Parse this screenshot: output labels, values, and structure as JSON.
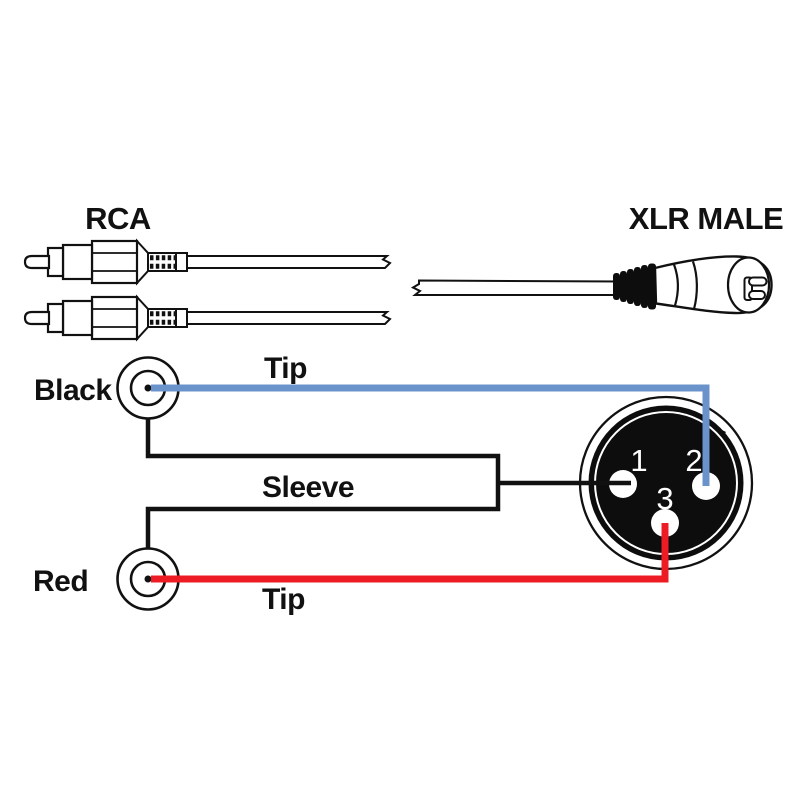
{
  "connectors": {
    "rca_label": "RCA",
    "xlr_label": "XLR MALE"
  },
  "wiring": {
    "black_jack_label": "Black",
    "red_jack_label": "Red",
    "tip_wire_top_label": "Tip",
    "sleeve_wire_label": "Sleeve",
    "tip_wire_bottom_label": "Tip",
    "xlr_pin_numbers": [
      "1",
      "2",
      "3"
    ]
  },
  "colors": {
    "tip_top_wire": "#6b93cb",
    "tip_bottom_wire": "#ed1c24",
    "sleeve_wire": "#111111",
    "diagram_ink": "#111111"
  },
  "icons": {
    "rca_plug_top": "rca-plug-icon",
    "rca_plug_bottom": "rca-plug-icon",
    "xlr_connector": "xlr-male-plug-icon",
    "black_jack": "rca-jack-symbol-icon",
    "red_jack": "rca-jack-symbol-icon",
    "xlr_face": "xlr-face-symbol-icon"
  }
}
